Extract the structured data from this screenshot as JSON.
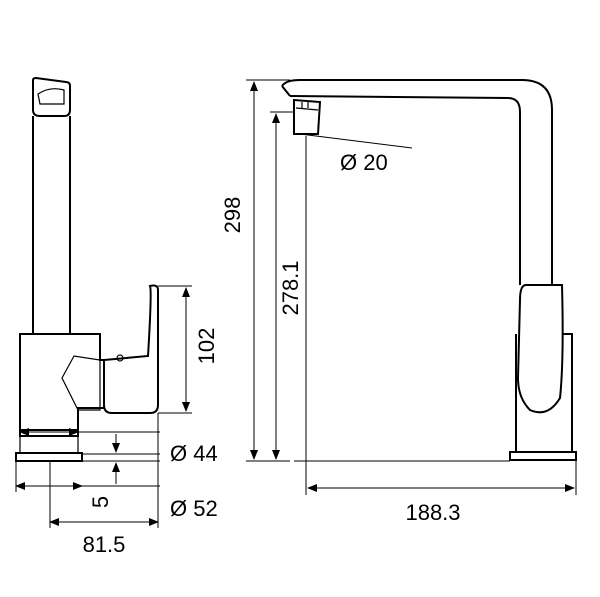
{
  "dimensions": {
    "d298": "298",
    "d278": "278.1",
    "d20": "Ø 20",
    "d102": "102",
    "d44": "Ø 44",
    "d52": "Ø 52",
    "d5": "5",
    "d815": "81.5",
    "d1883": "188.3"
  }
}
